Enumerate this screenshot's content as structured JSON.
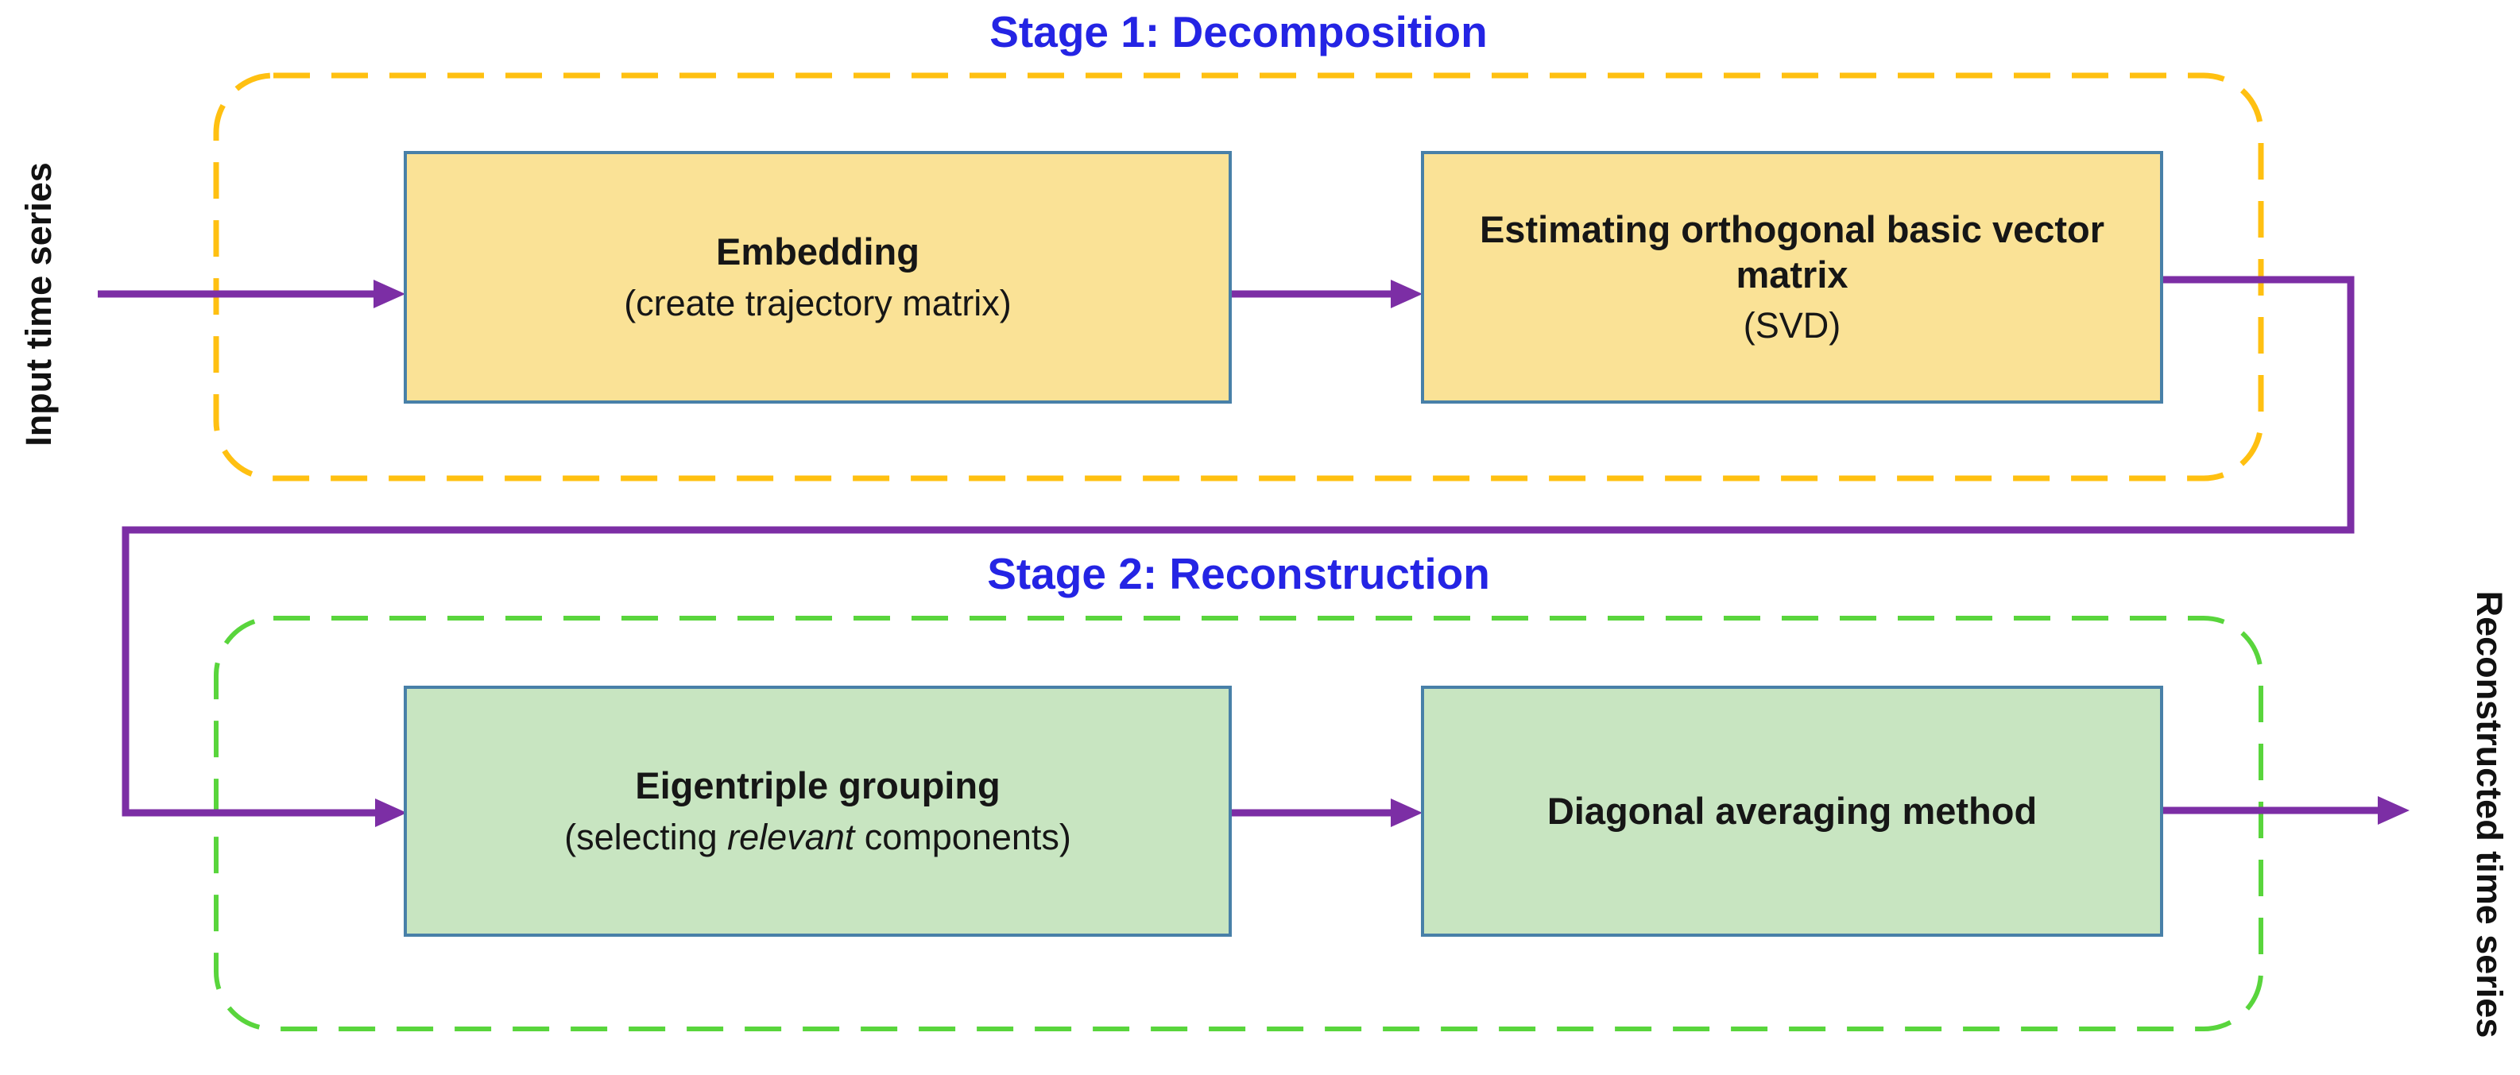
{
  "figure": {
    "type": "flowchart",
    "stages": [
      {
        "title": "Stage 1: Decomposition",
        "boxes": [
          {
            "title": "Embedding",
            "subtitle": "(create trajectory matrix)"
          },
          {
            "title": "Estimating orthogonal basic vector matrix",
            "subtitle": "(SVD)"
          }
        ]
      },
      {
        "title": "Stage 2: Reconstruction",
        "boxes": [
          {
            "title": "Eigentriple grouping",
            "subtitle_prefix": "(selecting ",
            "subtitle_italic": "relevant",
            "subtitle_suffix": " components)"
          },
          {
            "title": "Diagonal averaging method"
          }
        ]
      }
    ],
    "labels": {
      "input": "Input time series",
      "output": "Reconstructed time series"
    },
    "colors": {
      "stage_title": "#2424E4",
      "arrow": "#7C2EA5",
      "stage1_dashed_border": "#FFC011",
      "stage1_box_fill": "#FAE296",
      "stage2_dashed_border": "#59D53C",
      "stage2_box_fill": "#C8E5C1",
      "box_border": "#4880A8",
      "text": "#161616"
    }
  }
}
